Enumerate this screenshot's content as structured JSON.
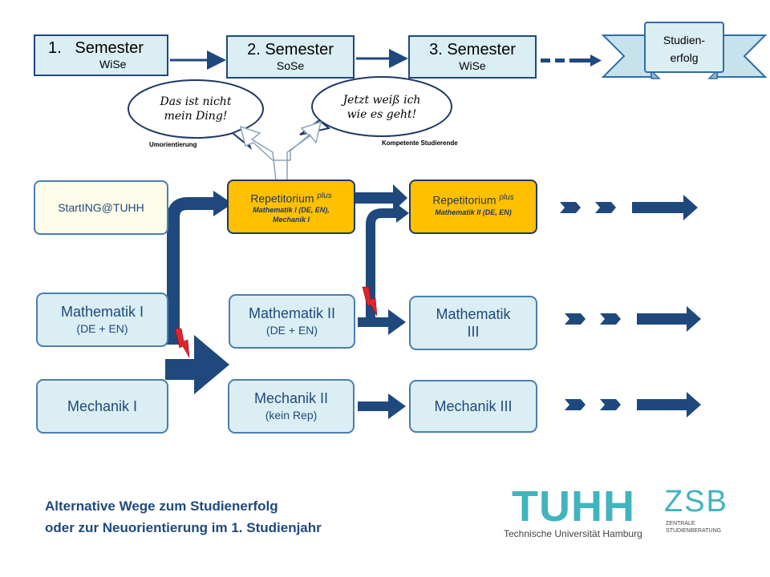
{
  "semesters": [
    {
      "number": "1.",
      "label": "Semester",
      "term": "WiSe"
    },
    {
      "title": "2. Semester",
      "term": "SoSe"
    },
    {
      "title": "3. Semester",
      "term": "WiSe"
    }
  ],
  "goal": {
    "line1": "Studien-",
    "line2": "erfolg"
  },
  "bubbles": [
    {
      "line1": "Das ist nicht",
      "line2": "mein Ding!",
      "caption": "Umorientierung"
    },
    {
      "line1": "Jetzt weiß ich",
      "line2": "wie es geht!",
      "caption": "Kompetente Studierende"
    }
  ],
  "boxes": {
    "start": "StartING@TUHH",
    "rep1": {
      "title": "Repetitorium",
      "sup": "plus",
      "line1": "Mathematik  I (DE, EN),",
      "line2": "Mechanik I"
    },
    "rep2": {
      "title": "Repetitorium",
      "sup": "plus",
      "line1": "Mathematik  II (DE, EN)"
    },
    "math1": {
      "title": "Mathematik I",
      "sub": "(DE + EN)"
    },
    "math2": {
      "title": "Mathematik II",
      "sub": "(DE + EN)"
    },
    "math3": {
      "line1": "Mathematik",
      "line2": "III"
    },
    "mech1": {
      "title": "Mechanik I"
    },
    "mech2": {
      "title": "Mechanik II",
      "sub": "(kein Rep)"
    },
    "mech3": {
      "title": "Mechanik III"
    }
  },
  "footer": {
    "line1": "Alternative Wege zum Studienerfolg",
    "line2": "oder zur Neuorientierung im 1. Studienjahr"
  },
  "logos": {
    "tuhh": "TUHH",
    "tuhh_sub": "Technische Universität Hamburg",
    "zsb": "ZSB",
    "zsb_sub1": "ZENTRALE",
    "zsb_sub2": "STUDIENBERATUNG"
  },
  "colors": {
    "arrow": "#1f497d",
    "box_fill": "#daeef3",
    "rep_fill": "#ffc000",
    "lightning": "#e3222b",
    "logo": "#40b4bf"
  }
}
